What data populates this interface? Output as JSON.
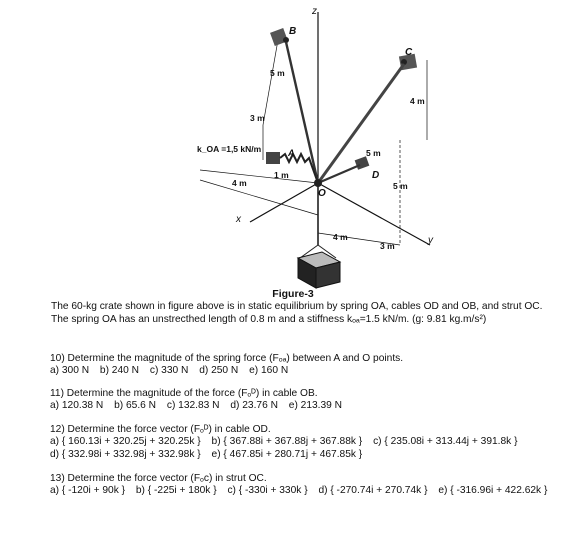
{
  "figure": {
    "labels": {
      "z": "z",
      "B": "B",
      "C": "C",
      "A": "A",
      "O": "O",
      "D": "D",
      "x": "x",
      "y": "y",
      "k": "k_OA =1,5 kN/m",
      "d5m_top": "5 m",
      "d3m_left": "3 m",
      "d4m_right": "4 m",
      "d1m": "1 m",
      "d4m_left": "4 m",
      "d5m_od": "5 m",
      "d5m_right": "5 m",
      "d4m_bottom": "4 m",
      "d3m_bottom": "3 m"
    },
    "title": "Figure-3",
    "description": "The 60-kg crate shown in figure above is in static equilibrium by spring OA, cables OD and OB, and strut OC. The spring OA has an unstrecthed length of 0.8 m and a stiffness kₒₐ=1.5 kN/m. (g: 9.81 kg.m/s²)"
  },
  "questions": [
    {
      "prompt": "10) Determine the magnitude of the spring force (Fₒₐ) between A and O points.",
      "options": [
        "a) 300 N",
        "b) 240 N",
        "c) 330 N",
        "d) 250 N",
        "e) 160 N"
      ]
    },
    {
      "prompt": "11) Determine the magnitude of the force (Fₒᴰ) in cable OB.",
      "options": [
        "a) 120.38 N",
        "b) 65.6 N",
        "c) 132.83 N",
        "d) 23.76 N",
        "e) 213.39 N"
      ]
    },
    {
      "prompt": "12) Determine the force vector (Fₒᴰ) in cable OD.",
      "options_line1": [
        "a) { 160.13i + 320.25j + 320.25k }",
        "b) { 367.88i + 367.88j + 367.88k }",
        "c) { 235.08i + 313.44j + 391.8k }"
      ],
      "options_line2": [
        "d) { 332.98i + 332.98j + 332.98k }",
        "e) { 467.85i + 280.71j + 467.85k }"
      ]
    },
    {
      "prompt": "13) Determine the force vector (Fₒc) in strut OC.",
      "options": [
        "a) { -120i + 90k }",
        "b) { -225i + 180k }",
        "c) { -330i + 330k }",
        "d) { -270.74i + 270.74k }",
        "e) { -316.96i + 422.62k }"
      ]
    }
  ]
}
